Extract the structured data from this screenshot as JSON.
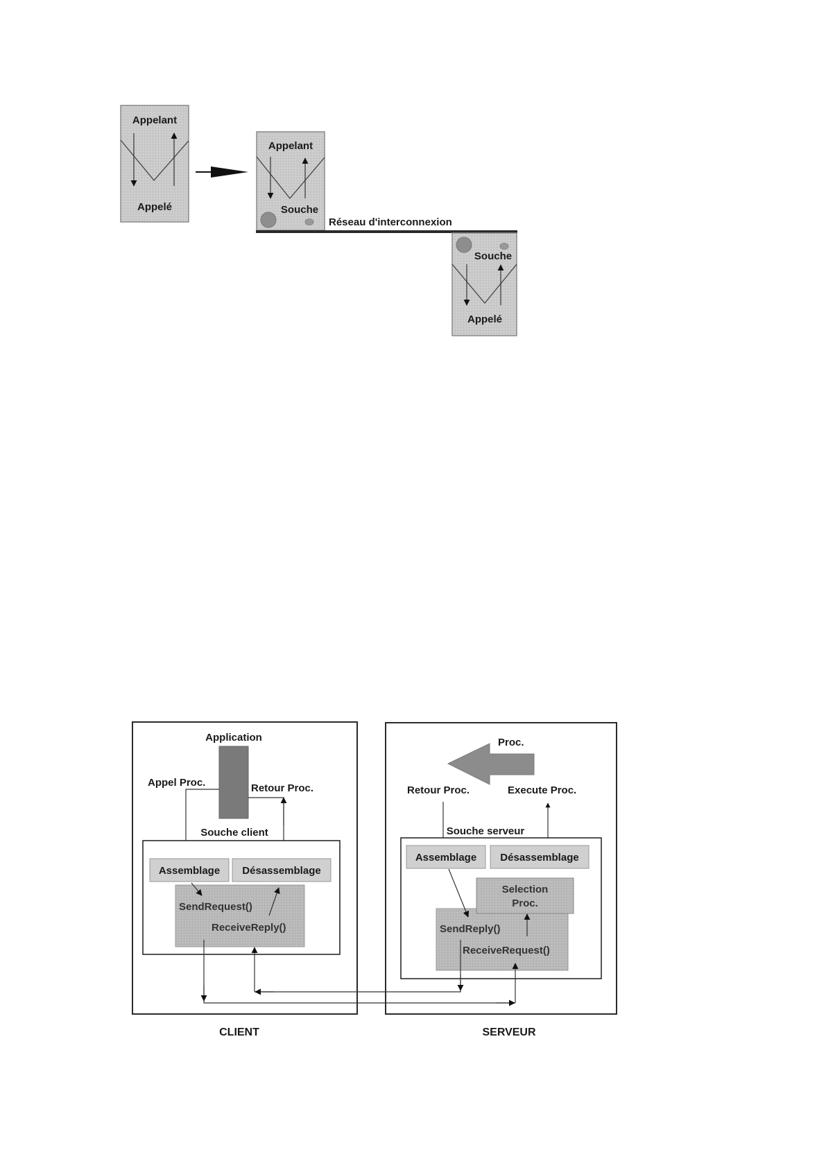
{
  "colors": {
    "box_fill": "#c8c8c8",
    "box_stroke": "#8a8a8a",
    "dark_fill": "#7a7a7a",
    "line": "#333333",
    "arrowhead": "#111111",
    "circle_fill": "#8e8e8e",
    "network_line": "#2a2a2a",
    "inner_fill": "#bdbdbd",
    "frame": "#2a2a2a"
  },
  "figure1": {
    "local_box": {
      "top": "Appelant",
      "bottom": "Appelé"
    },
    "remote_caller_box": {
      "top": "Appelant",
      "stub": "Souche"
    },
    "network_label": "Réseau d'interconnexion",
    "remote_callee_box": {
      "stub": "Souche",
      "bottom": "Appelé"
    }
  },
  "figure2": {
    "client": {
      "caption": "CLIENT",
      "application_label": "Application",
      "call_label": "Appel Proc.",
      "return_label": "Retour Proc.",
      "stub_label": "Souche client",
      "assemble": "Assemblage",
      "disassemble": "Désassemblage",
      "send": "SendRequest()",
      "receive": "ReceiveReply()"
    },
    "server": {
      "caption": "SERVEUR",
      "proc_label": "Proc.",
      "return_label": "Retour Proc.",
      "execute_label": "Execute Proc.",
      "stub_label": "Souche serveur",
      "assemble": "Assemblage",
      "disassemble": "Désassemblage",
      "selection_line1": "Selection",
      "selection_line2": "Proc.",
      "send": "SendReply()",
      "receive": "ReceiveRequest()"
    }
  }
}
